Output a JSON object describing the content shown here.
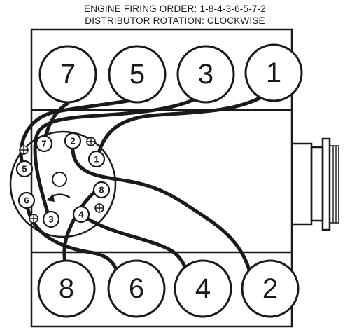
{
  "title": {
    "line1": "ENGINE FIRING ORDER: 1-8-4-3-6-5-7-2",
    "line2": "DISTRIBUTOR ROTATION: CLOCKWISE"
  },
  "firing_order": [
    "1",
    "8",
    "4",
    "3",
    "6",
    "5",
    "7",
    "2"
  ],
  "rotation": "clockwise",
  "cylinder_banks": {
    "upper": [
      "7",
      "5",
      "3",
      "1"
    ],
    "lower": [
      "8",
      "6",
      "4",
      "2"
    ]
  },
  "distributor_terminals": [
    "7",
    "2",
    "1",
    "8",
    "4",
    "3",
    "6",
    "5"
  ],
  "icons": {
    "rotation_arrow": "curved-arrow-icon",
    "ground": "ground-symbol-icon",
    "pulley": "pulley-icon"
  },
  "colors": {
    "ink": "#1a1a1a",
    "paper": "#ffffff"
  }
}
